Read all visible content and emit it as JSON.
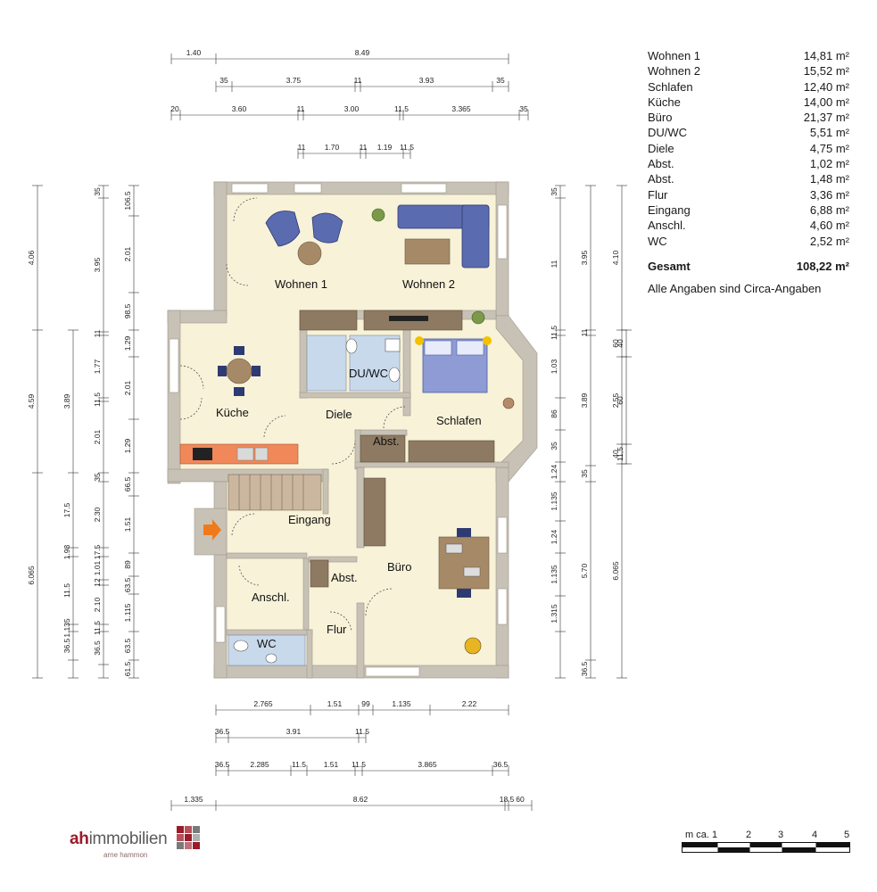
{
  "areas": {
    "rows": [
      {
        "name": "Wohnen 1",
        "value": "14,81 m²"
      },
      {
        "name": "Wohnen 2",
        "value": "15,52 m²"
      },
      {
        "name": "Schlafen",
        "value": "12,40 m²"
      },
      {
        "name": "Küche",
        "value": "14,00 m²"
      },
      {
        "name": "Büro",
        "value": "21,37 m²"
      },
      {
        "name": "DU/WC",
        "value": "5,51 m²"
      },
      {
        "name": "Diele",
        "value": "4,75 m²"
      },
      {
        "name": "Abst.",
        "value": "1,02 m²"
      },
      {
        "name": "Abst.",
        "value": "1,48 m²"
      },
      {
        "name": "Flur",
        "value": "3,36 m²"
      },
      {
        "name": "Eingang",
        "value": "6,88 m²"
      },
      {
        "name": "Anschl.",
        "value": "4,60 m²"
      },
      {
        "name": "WC",
        "value": "2,52 m²"
      }
    ],
    "total_label": "Gesamt",
    "total_value": "108,22 m²",
    "note": "Alle Angaben sind Circa-Angaben"
  },
  "rooms": {
    "wohnen1": "Wohnen 1",
    "wohnen2": "Wohnen 2",
    "kueche": "Küche",
    "duwc": "DU/WC",
    "diele": "Diele",
    "abst1": "Abst.",
    "schlafen": "Schlafen",
    "eingang": "Eingang",
    "buero": "Büro",
    "abst2": "Abst.",
    "anschl": "Anschl.",
    "wc": "WC",
    "flur": "Flur"
  },
  "dims": {
    "top1": [
      "1.40",
      "8.49"
    ],
    "top2": [
      "35",
      "3.75",
      "11",
      "3.93",
      "35"
    ],
    "top3": [
      "20",
      "3.60",
      "11",
      "3.00",
      "11,5",
      "3.365",
      "35"
    ],
    "top4": [
      "11",
      "1.70",
      "11",
      "1.19",
      "11,5"
    ],
    "bot1": [
      "2.765",
      "1.51",
      "99",
      "1.135",
      "2.22"
    ],
    "bot2": [
      "36.5",
      "3.91",
      "11.5"
    ],
    "bot3": [
      "36.5",
      "2.285",
      "11.5",
      "1.51",
      "11.5",
      "3.865",
      "36.5"
    ],
    "bot4": [
      "1.335",
      "8.62",
      "18.5",
      "60"
    ],
    "left1": [
      "4.06",
      "4.59",
      "6.065"
    ],
    "left2": [
      "3.89",
      "17.5",
      "1.98",
      "11.5",
      "1.135",
      "36.5"
    ],
    "left3": [
      "35",
      "3.95",
      "11",
      "1.77",
      "11.5",
      "2.01",
      "35",
      "2.30",
      "17.5",
      "1.01",
      "12",
      "2.10",
      "11.5",
      "36.5"
    ],
    "left4": [
      "106.5",
      "2.01",
      "98.5",
      "1.29",
      "2.01",
      "1.29",
      "66.5",
      "1.51",
      "89",
      "63.5",
      "1.115",
      "63.5",
      "61.5"
    ],
    "right1": [
      "35",
      "11",
      "11.5",
      "1.03",
      "86",
      "35",
      "1.24",
      "1.135",
      "1.24",
      "1.135",
      "1.315"
    ],
    "right2": [
      "3.95",
      "11",
      "3.89",
      "35",
      "5.70",
      "36.5"
    ],
    "right3": [
      "40",
      "60",
      "11,5"
    ],
    "right4": [
      "4.10",
      "60",
      "2.55",
      "40",
      "6.065"
    ]
  },
  "scale": {
    "labels": [
      "m ca. 1",
      "2",
      "3",
      "4",
      "5"
    ]
  },
  "logo": {
    "brand_bold": "ah",
    "brand_rest": "immobilien",
    "sub": "arne hammon"
  },
  "colors": {
    "wall": "#c8c2b6",
    "floor": "#f7f2d8",
    "sofa": "#5a6bb0",
    "cabinet": "#8e7a62",
    "kitchen": "#f1885a",
    "bath": "#c9d9ec",
    "stairs": "#cbb7a0",
    "arrow": "#f07a1a"
  }
}
